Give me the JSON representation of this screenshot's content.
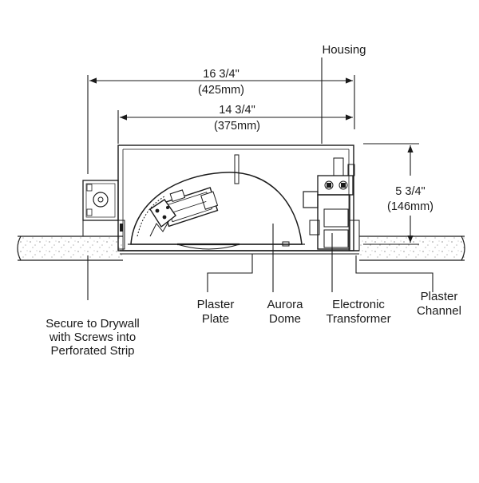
{
  "dimensions": {
    "overall_width": "16 3/4\"",
    "overall_width_metric": "(425mm)",
    "inner_width": "14 3/4\"",
    "inner_width_metric": "(375mm)",
    "height": "5 3/4\"",
    "height_metric": "(146mm)"
  },
  "labels": {
    "housing": "Housing",
    "secure_line1": "Secure to Drywall",
    "secure_line2": "with Screws into",
    "secure_line3": "Perforated Strip",
    "plaster_plate_line1": "Plaster",
    "plaster_plate_line2": "Plate",
    "aurora_dome_line1": "Aurora",
    "aurora_dome_line2": "Dome",
    "transformer_line1": "Electronic",
    "transformer_line2": "Transformer",
    "plaster_channel_line1": "Plaster",
    "plaster_channel_line2": "Channel"
  }
}
